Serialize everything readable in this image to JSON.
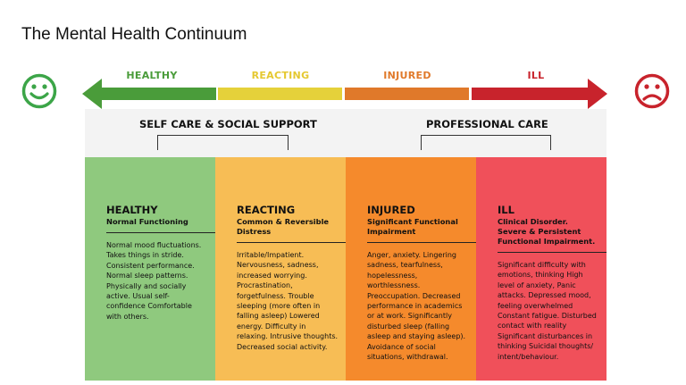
{
  "title": "The Mental Health Continuum",
  "icons": {
    "left": "smiley-face-icon",
    "right": "sad-face-icon"
  },
  "colors": {
    "healthy": "#4a9c3a",
    "reacting": "#e5d13a",
    "injured": "#e0792a",
    "ill": "#c8232c",
    "healthy_col": "#8fc97e",
    "reacting_col": "#f7bd55",
    "injured_col": "#f58a2c",
    "ill_col": "#f0505a"
  },
  "scale": [
    {
      "label": "HEALTHY"
    },
    {
      "label": "REACTING"
    },
    {
      "label": "INJURED"
    },
    {
      "label": "ILL"
    }
  ],
  "care": {
    "self": "SELF CARE & SOCIAL SUPPORT",
    "professional": "PROFESSIONAL CARE"
  },
  "columns": [
    {
      "title": "HEALTHY",
      "subtitle": "Normal Functioning",
      "body": "Normal mood fluctuations. Takes things in stride. Consistent performance. Normal sleep patterns. Physically and socially active. Usual self-confidence Comfortable with others."
    },
    {
      "title": "REACTING",
      "subtitle": "Common & Reversible Distress",
      "body": "Irritable/Impatient. Nervousness, sadness, increased worrying. Procrastination, forgetfulness. Trouble sleeping (more often in falling asleep) Lowered energy. Difficulty in relaxing. Intrusive thoughts. Decreased social activity."
    },
    {
      "title": "INJURED",
      "subtitle": "Significant Functional Impairment",
      "body": "Anger, anxiety. Lingering sadness, tearfulness, hopelessness, worthlessness. Preoccupation. Decreased performance in academics or at work. Significantly disturbed sleep (falling asleep and staying asleep). Avoidance of social situations, withdrawal."
    },
    {
      "title": "ILL",
      "subtitle": "Clinical Disorder. Severe & Persistent Functional Impairment.",
      "body": "Significant difficulty with emotions, thinking High level of anxiety, Panic attacks. Depressed mood, feeling overwhelmed Constant fatigue. Disturbed contact with reality Significant disturbances in thinking Suicidal thoughts/ intent/behaviour."
    }
  ]
}
